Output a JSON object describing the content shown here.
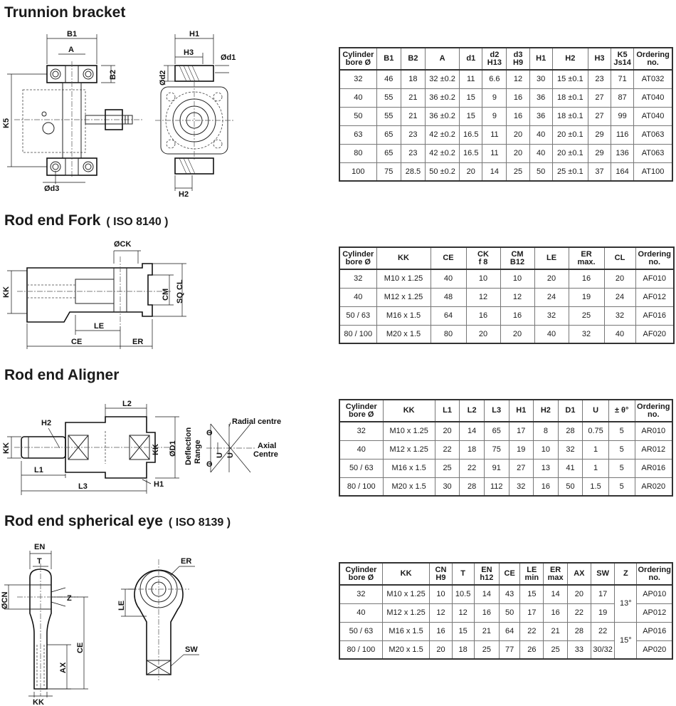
{
  "sections": {
    "trunnion": {
      "title": "Trunnion bracket",
      "labels": {
        "B1": "B1",
        "A": "A",
        "B2": "B2",
        "K5": "K5",
        "d3": "Ød3",
        "H1": "H1",
        "H3": "H3",
        "d1": "Ød1",
        "d2": "Ød2",
        "H2": "H2"
      },
      "table": {
        "headers": [
          "Cylinder\nbore Ø",
          "B1",
          "B2",
          "A",
          "d1",
          "d2\nH13",
          "d3\nH9",
          "H1",
          "H2",
          "H3",
          "K5\nJs14",
          "Ordering\nno."
        ],
        "rows": [
          [
            "32",
            "46",
            "18",
            "32 ±0.2",
            "11",
            "6.6",
            "12",
            "30",
            "15 ±0.1",
            "23",
            "71",
            "AT032"
          ],
          [
            "40",
            "55",
            "21",
            "36 ±0.2",
            "15",
            "9",
            "16",
            "36",
            "18 ±0.1",
            "27",
            "87",
            "AT040"
          ],
          [
            "50",
            "55",
            "21",
            "36 ±0.2",
            "15",
            "9",
            "16",
            "36",
            "18 ±0.1",
            "27",
            "99",
            "AT040"
          ],
          [
            "63",
            "65",
            "23",
            "42 ±0.2",
            "16.5",
            "11",
            "20",
            "40",
            "20 ±0.1",
            "29",
            "116",
            "AT063"
          ],
          [
            "80",
            "65",
            "23",
            "42 ±0.2",
            "16.5",
            "11",
            "20",
            "40",
            "20 ±0.1",
            "29",
            "136",
            "AT063"
          ],
          [
            "100",
            "75",
            "28.5",
            "50 ±0.2",
            "20",
            "14",
            "25",
            "50",
            "25 ±0.1",
            "37",
            "164",
            "AT100"
          ]
        ]
      }
    },
    "fork": {
      "title": "Rod end Fork",
      "subtitle": "( ISO 8140 )",
      "labels": {
        "CK": "ØCK",
        "KK": "KK",
        "CM": "CM",
        "SQCL": "SQ CL",
        "LE": "LE",
        "CE": "CE",
        "ER": "ER"
      },
      "table": {
        "headers": [
          "Cylinder\nbore Ø",
          "KK",
          "CE",
          "CK\nf 8",
          "CM\nB12",
          "LE",
          "ER\nmax.",
          "CL",
          "Ordering\nno."
        ],
        "rows": [
          [
            "32",
            "M10 x 1.25",
            "40",
            "10",
            "10",
            "20",
            "16",
            "20",
            "AF010"
          ],
          [
            "40",
            "M12 x 1.25",
            "48",
            "12",
            "12",
            "24",
            "19",
            "24",
            "AF012"
          ],
          [
            "50 / 63",
            "M16 x 1.5",
            "64",
            "16",
            "16",
            "32",
            "25",
            "32",
            "AF016"
          ],
          [
            "80 / 100",
            "M20 x 1.5",
            "80",
            "20",
            "20",
            "40",
            "32",
            "40",
            "AF020"
          ]
        ]
      }
    },
    "aligner": {
      "title": "Rod end Aligner",
      "labels": {
        "L2": "L2",
        "H2": "H2",
        "KK": "KK",
        "KK2": "KK",
        "D1": "ØD1",
        "L1": "L1",
        "L3": "L3",
        "H1": "H1",
        "U": "U",
        "U2": "U",
        "theta": "Θ",
        "theta2": "Θ",
        "deflection": "Deflection",
        "range": "Range",
        "radial": "Radial centre",
        "axial": "Axial",
        "centre": "Centre"
      },
      "table": {
        "headers": [
          "Cylinder\nbore Ø",
          "KK",
          "L1",
          "L2",
          "L3",
          "H1",
          "H2",
          "D1",
          "U",
          "± θ°",
          "Ordering\nno."
        ],
        "rows": [
          [
            "32",
            "M10 x 1.25",
            "20",
            "14",
            "65",
            "17",
            "8",
            "28",
            "0.75",
            "5",
            "AR010"
          ],
          [
            "40",
            "M12 x 1.25",
            "22",
            "18",
            "75",
            "19",
            "10",
            "32",
            "1",
            "5",
            "AR012"
          ],
          [
            "50 / 63",
            "M16 x 1.5",
            "25",
            "22",
            "91",
            "27",
            "13",
            "41",
            "1",
            "5",
            "AR016"
          ],
          [
            "80 / 100",
            "M20 x 1.5",
            "30",
            "28",
            "112",
            "32",
            "16",
            "50",
            "1.5",
            "5",
            "AR020"
          ]
        ]
      }
    },
    "eye": {
      "title": "Rod end spherical eye",
      "subtitle": "( ISO 8139 )",
      "labels": {
        "EN": "EN",
        "T": "T",
        "CN": "ØCN",
        "Z": "Z",
        "CE": "CE",
        "AX": "AX",
        "KK": "KK",
        "ER": "ER",
        "LE": "LE",
        "SW": "SW"
      },
      "table": {
        "headers": [
          "Cylinder\nbore Ø",
          "KK",
          "CN\nH9",
          "T",
          "EN\nh12",
          "CE",
          "LE\nmin",
          "ER\nmax",
          "AX",
          "SW",
          "Z",
          "Ordering\nno."
        ],
        "rows": [
          [
            "32",
            "M10 x 1.25",
            "10",
            "10.5",
            "14",
            "43",
            "15",
            "14",
            "20",
            "17",
            "13°",
            "AP010"
          ],
          [
            "40",
            "M12 x 1.25",
            "12",
            "12",
            "16",
            "50",
            "17",
            "16",
            "22",
            "19",
            null,
            "AP012"
          ],
          [
            "50 / 63",
            "M16 x 1.5",
            "16",
            "15",
            "21",
            "64",
            "22",
            "21",
            "28",
            "22",
            "15°",
            "AP016"
          ],
          [
            "80 / 100",
            "M20 x 1.5",
            "20",
            "18",
            "25",
            "77",
            "26",
            "25",
            "33",
            "30/32",
            null,
            "AP020"
          ]
        ]
      }
    }
  }
}
